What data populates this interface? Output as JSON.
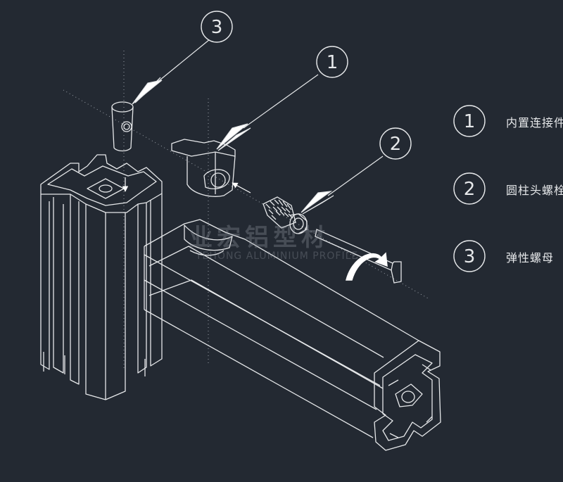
{
  "callouts": [
    {
      "number": "1",
      "label": "内置连接件"
    },
    {
      "number": "2",
      "label": "圆柱头螺栓"
    },
    {
      "number": "3",
      "label": "弹性螺母"
    }
  ],
  "watermark": {
    "cn": "业宏铝型材",
    "en": "YEHONG ALUMINIUM PROFILE"
  },
  "colors": {
    "background": "#232932",
    "line": "#e6e8ea",
    "centerline": "#9aa0a8"
  }
}
